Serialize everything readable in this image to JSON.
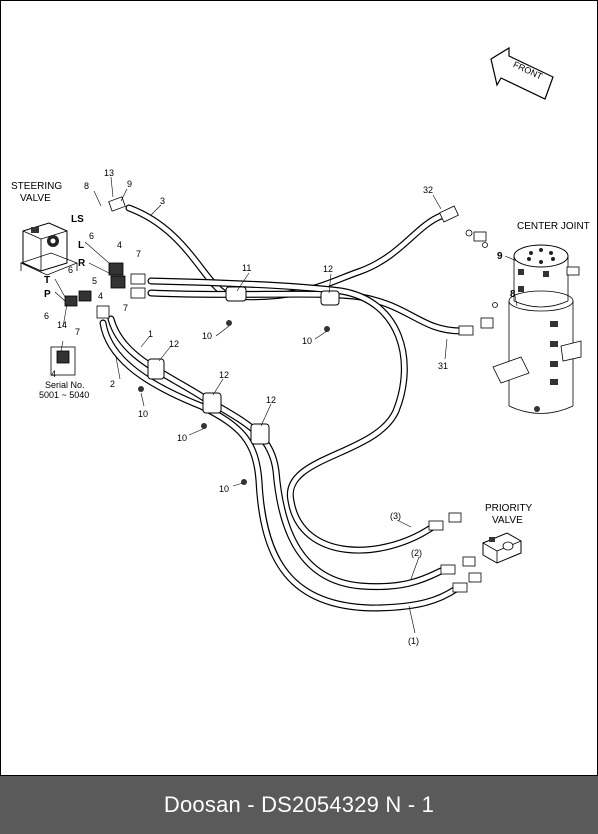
{
  "footer": {
    "text": "Doosan - DS2054329      N - 1"
  },
  "front_arrow": {
    "label": "FRONT"
  },
  "components": {
    "steering_valve_line1": "STEERING",
    "steering_valve_line2": "VALVE",
    "center_joint": "CENTER JOINT",
    "priority_valve_line1": "PRIORITY",
    "priority_valve_line2": "VALVE",
    "serial_line1": "Serial No.",
    "serial_line2": "5001 ~ 5040"
  },
  "ports": {
    "ls": "LS",
    "l": "L",
    "r": "R",
    "t": "T",
    "p": "P"
  },
  "callouts": {
    "c1": "1",
    "c2": "2",
    "c3": "3",
    "c4a": "4",
    "c4b": "4",
    "c4c": "4",
    "c5": "5",
    "c6a": "6",
    "c6b": "6",
    "c6c": "6",
    "c7a": "7",
    "c7b": "7",
    "c7c": "7",
    "c8a": "8",
    "c8b": "8",
    "c9a": "9",
    "c9b": "9",
    "c10a": "10",
    "c10b": "10",
    "c10c": "10",
    "c10d": "10",
    "c10e": "10",
    "c11": "11",
    "c12a": "12",
    "c12b": "12",
    "c12c": "12",
    "c12d": "12",
    "c13": "13",
    "c14": "14",
    "c31": "31",
    "c32": "32",
    "cp1": "(1)",
    "cp2": "(2)",
    "cp3": "(3)"
  }
}
